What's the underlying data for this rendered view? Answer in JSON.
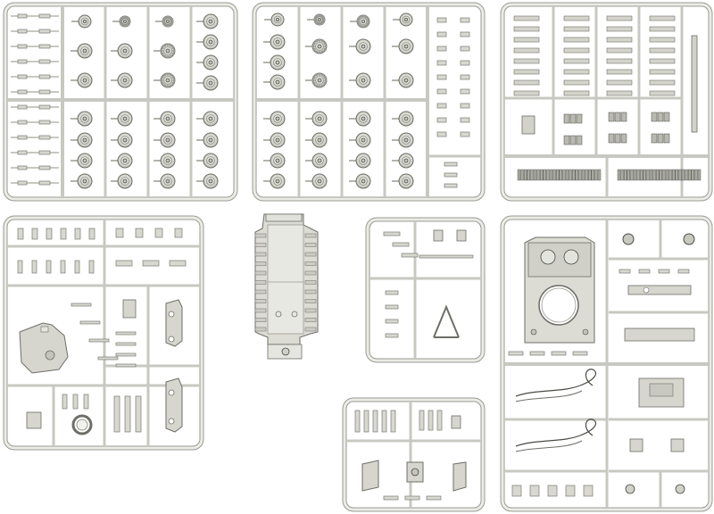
{
  "sheet": {
    "colors": {
      "background": "#ffffff",
      "sprue_frame": "#e9e9e4",
      "sprue_outline": "#9a9a94",
      "part_fill": "#dadad3",
      "part_line": "#6e6e68",
      "part_dark": "#4a4a45"
    },
    "sprues": [
      {
        "id": "wheels-a",
        "kind": "road-wheel-grid"
      },
      {
        "id": "wheels-b",
        "kind": "road-wheel-grid"
      },
      {
        "id": "track-links",
        "kind": "track-link-grid"
      },
      {
        "id": "turret-parts",
        "kind": "mixed-parts"
      },
      {
        "id": "lower-hull",
        "kind": "hull-tub"
      },
      {
        "id": "suspension-small",
        "kind": "mixed-parts"
      },
      {
        "id": "small-parts",
        "kind": "mixed-parts"
      },
      {
        "id": "upper-hull",
        "kind": "hull-deck"
      }
    ]
  }
}
